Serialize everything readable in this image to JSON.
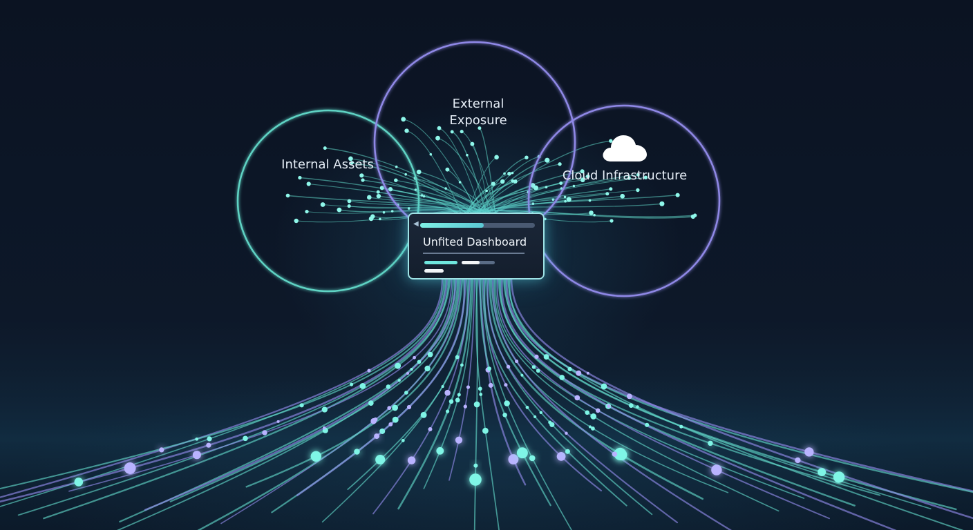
{
  "diagram": {
    "circles": [
      {
        "id": "internal",
        "label": "Internal Assets",
        "color": "#5fd3c4"
      },
      {
        "id": "external",
        "label": "External Exposure",
        "color": "#8f88e6"
      },
      {
        "id": "cloud",
        "label": "Cloud Infrastructure",
        "color": "#8f88e6"
      }
    ],
    "icons": {
      "cloud": "cloud-icon"
    },
    "dashboard": {
      "title": "Unfited Dashboard",
      "bars": [
        {
          "id": "bar-a",
          "fill": 1.0
        },
        {
          "id": "bar-b",
          "fill": 0.55
        },
        {
          "id": "bar-c",
          "fill": 1.0
        }
      ]
    },
    "colors": {
      "background": "#0b1424",
      "teal": "#5fd3c4",
      "violet": "#8f88e6",
      "glow": "#9fe3e6"
    }
  }
}
